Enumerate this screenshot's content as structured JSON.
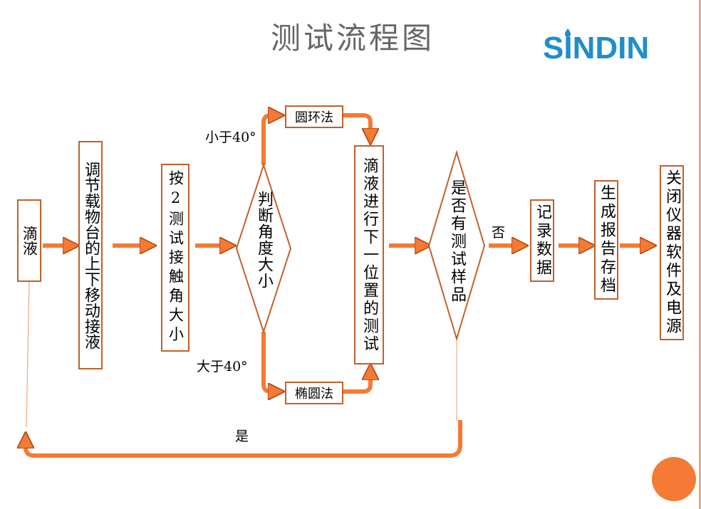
{
  "title": "测试流程图",
  "logo": {
    "text": "SINDIN",
    "color": "#1e8fc8"
  },
  "colors": {
    "arrow": "#f47a35",
    "arrow_stroke": "#b84d15",
    "box_border": "#c0612a"
  },
  "nodes": {
    "drip": "滴液",
    "adjust": "调节载物台的上下移动接液",
    "measure": "按2测试接触角大小",
    "judge": "判断角度大小",
    "ring": "圆环法",
    "ellipse": "椭圆法",
    "next": "滴液进行下一位置的测试",
    "decision": "是否有测试样品",
    "record": "记录数据",
    "report": "生成报告存档",
    "close": "关闭仪器软件及电源"
  },
  "labels": {
    "less": "小于40°",
    "greater": "大于40°",
    "no": "否",
    "yes": "是"
  }
}
